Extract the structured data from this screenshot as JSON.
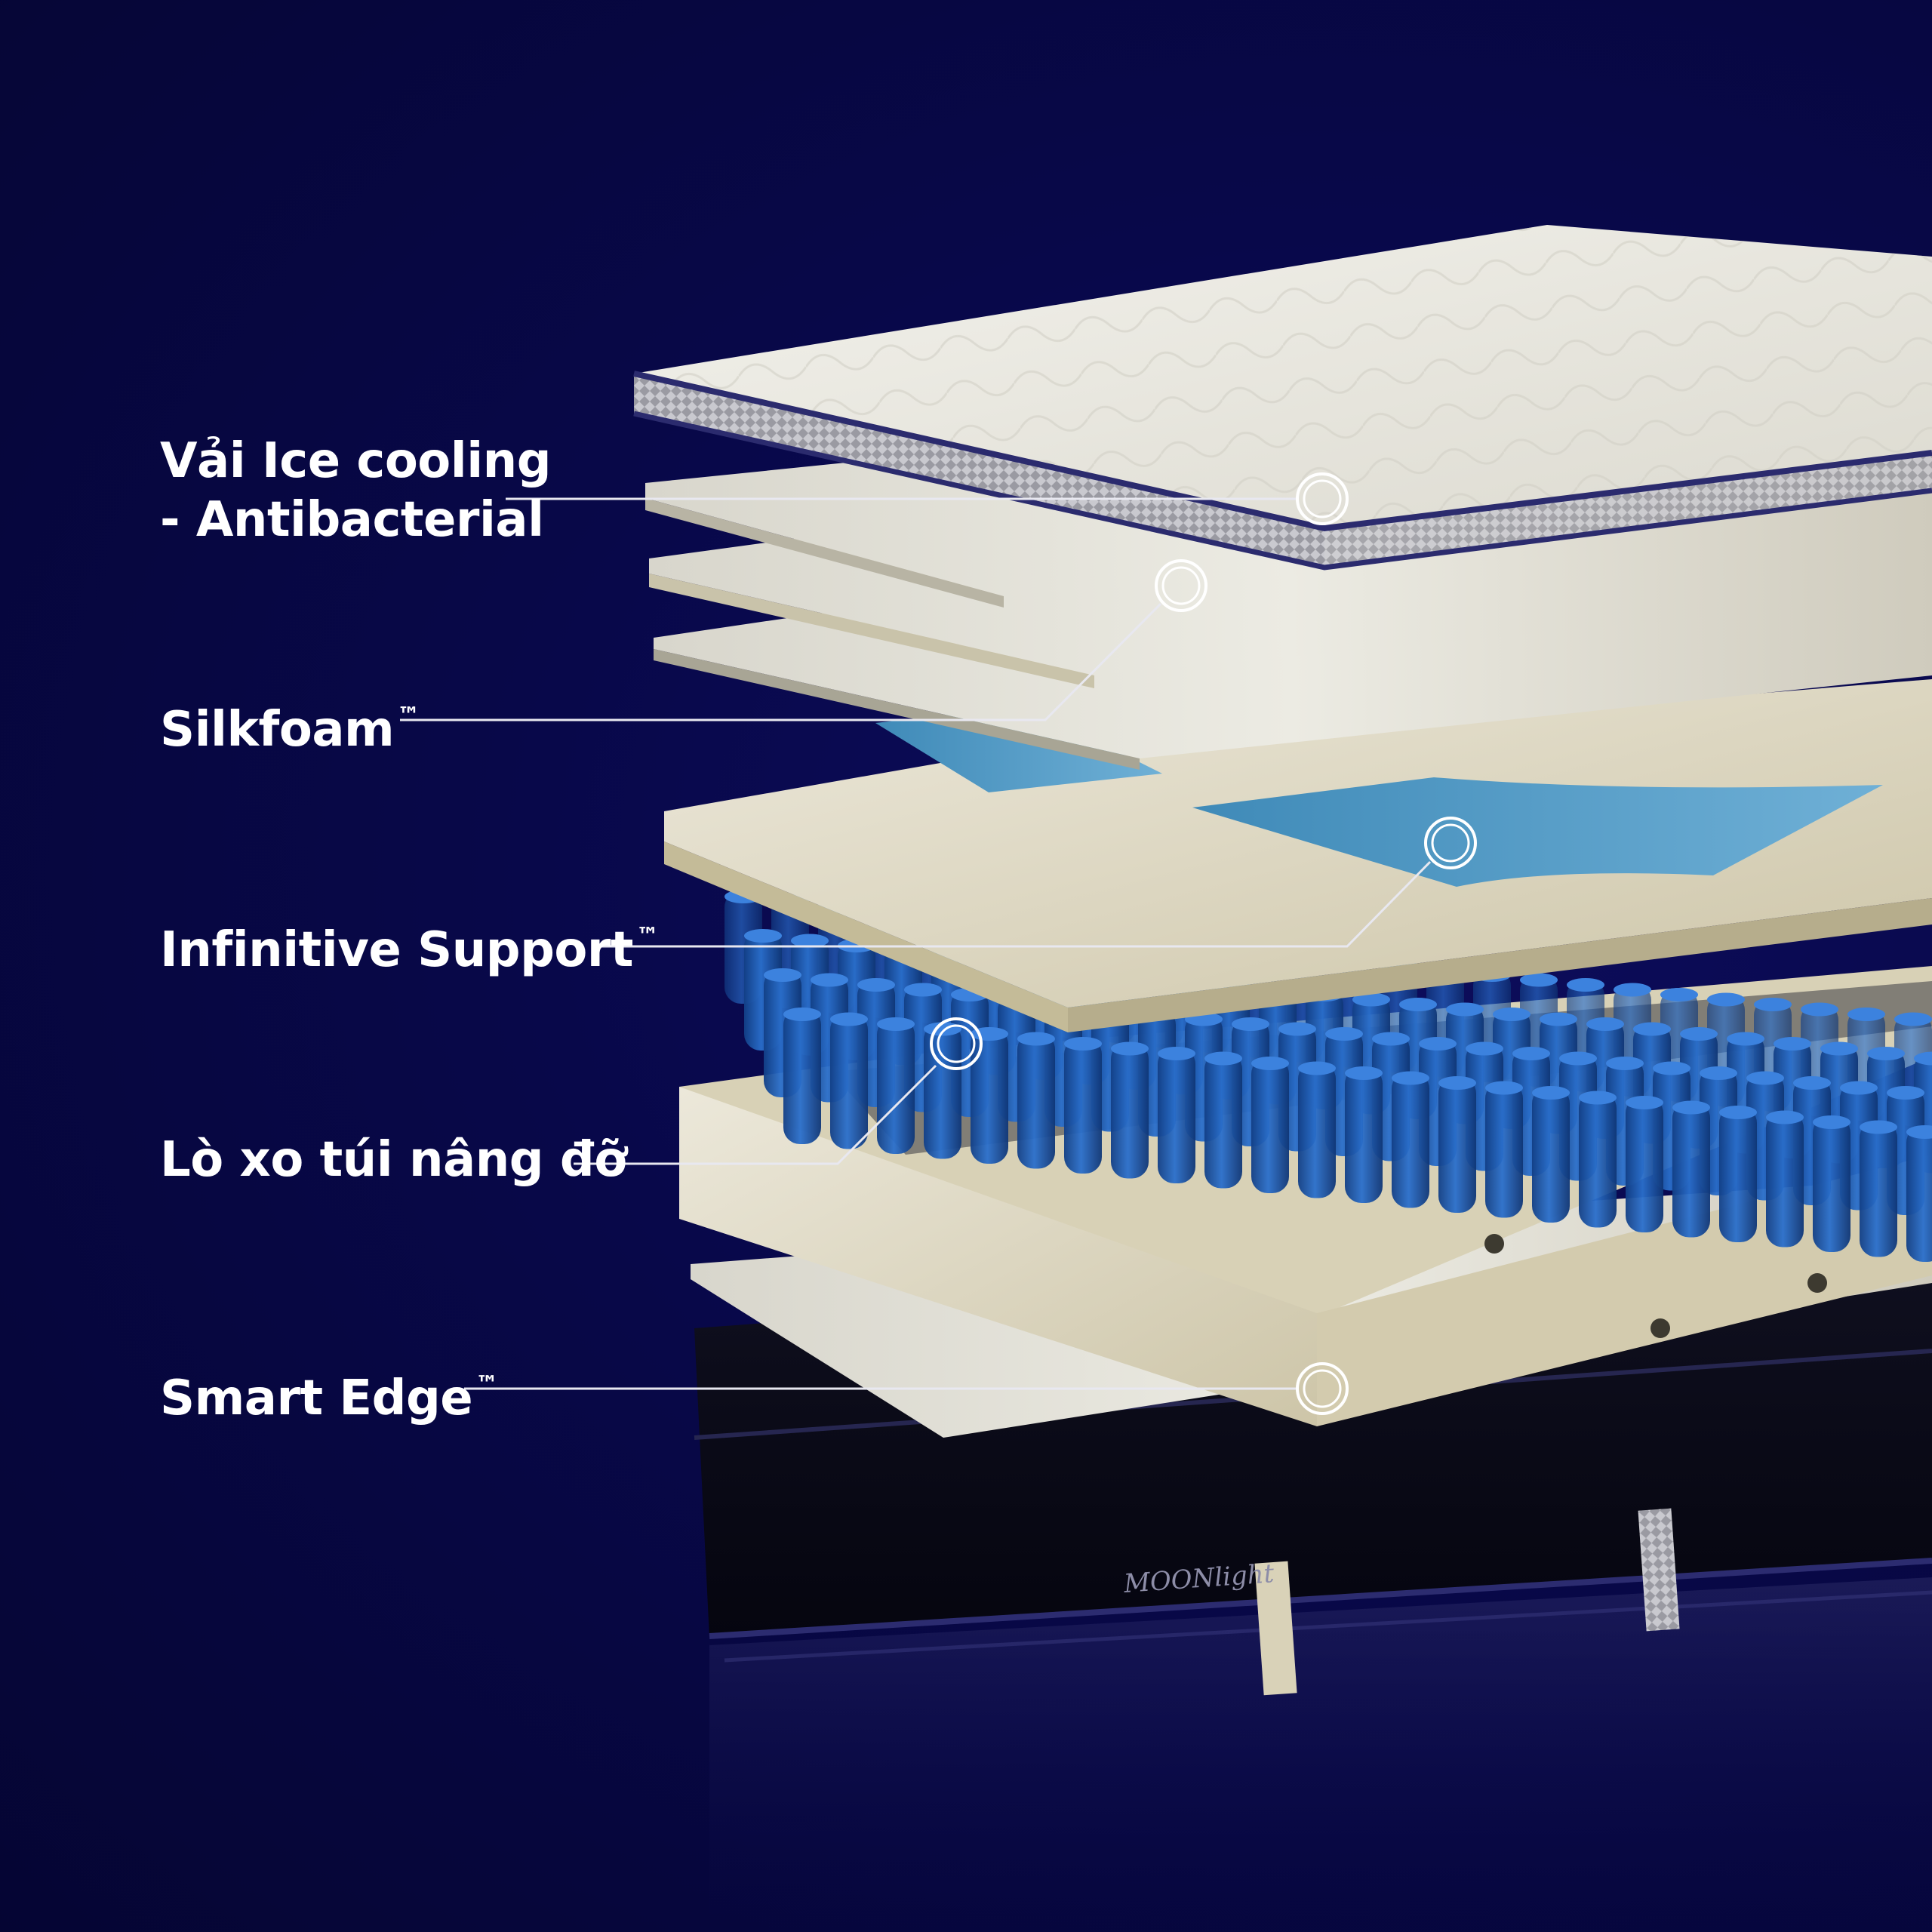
{
  "callouts": [
    {
      "id": "ice",
      "line1": "Vải Ice cooling",
      "line2": "- Antibacterial"
    },
    {
      "id": "silk",
      "text": "Silkfoam",
      "tm": "™"
    },
    {
      "id": "inf",
      "text": "Infinitive Support",
      "tm": "™"
    },
    {
      "id": "lo",
      "text": "Lò xo túi nâng đỡ"
    },
    {
      "id": "edge",
      "text": "Smart Edge",
      "tm": "™"
    }
  ],
  "brand": {
    "logo_text": "MOONlight"
  },
  "colors": {
    "background": "#080849",
    "label_text": "#ffffff",
    "callout_line": "#e8e8f0",
    "layer_white": "#e9e7dc",
    "layer_cream": "#d9d3bd",
    "springs": "#1f5fb8",
    "gel": "#5a9ec9",
    "base": "#0b0b1c"
  }
}
